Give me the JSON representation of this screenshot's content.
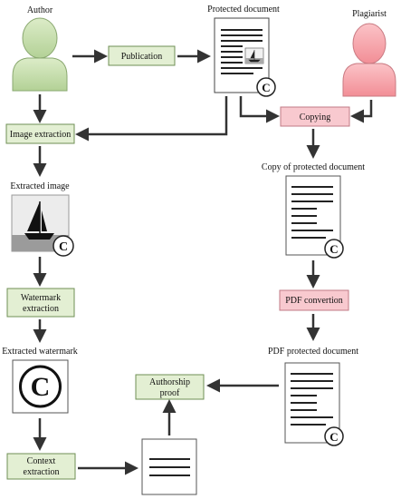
{
  "labels": {
    "author": "Author",
    "protected_document": "Protected document",
    "plagiarist": "Plagiarist",
    "copy_of_protected_document": "Copy of protected document",
    "extracted_image": "Extracted image",
    "extracted_watermark": "Extracted watermark",
    "pdf_protected_document": "PDF protected document"
  },
  "steps": {
    "publication": "Publication",
    "copying": "Copying",
    "image_extraction": "Image extraction",
    "pdf_convertion": "PDF convertion",
    "watermark_extraction_line1": "Watermark",
    "watermark_extraction_line2": "extraction",
    "authorship_proof_line1": "Authorship",
    "authorship_proof_line2": "proof",
    "context_extraction_line1": "Context",
    "context_extraction_line2": "extraction"
  },
  "symbols": {
    "copyright_letter": "C"
  },
  "colors": {
    "green_box_fill": "#e3efd3",
    "green_box_stroke": "#6f8f55",
    "pink_box_fill": "#f8c9cf",
    "pink_box_stroke": "#c07a84",
    "author_fill": "#c6dfb0",
    "plagiarist_fill": "#f7a8ae",
    "arrow": "#333333"
  }
}
